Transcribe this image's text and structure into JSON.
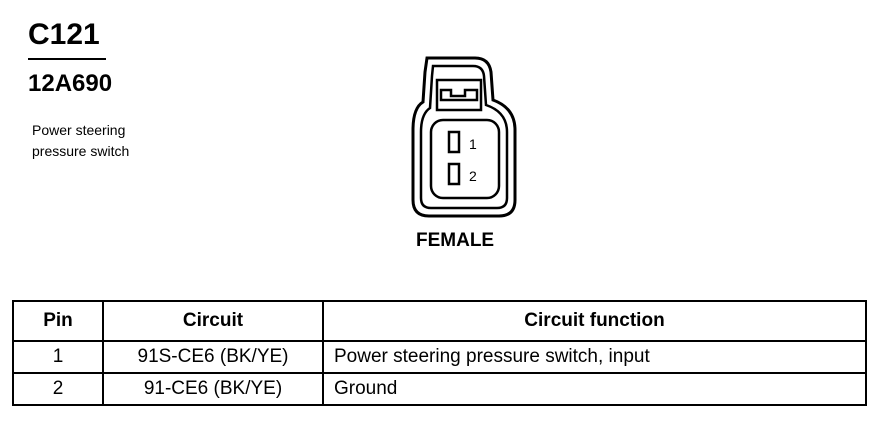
{
  "header": {
    "connector_id": "C121",
    "part_number": "12A690",
    "description_line1": "Power steering",
    "description_line2": "pressure switch"
  },
  "connector": {
    "pin_labels": [
      "1",
      "2"
    ],
    "gender": "FEMALE"
  },
  "pinout_table": {
    "columns": [
      "Pin",
      "Circuit",
      "Circuit function"
    ],
    "rows": [
      {
        "pin": "1",
        "circuit": "91S-CE6 (BK/YE)",
        "function": "Power steering pressure switch, input"
      },
      {
        "pin": "2",
        "circuit": "91-CE6 (BK/YE)",
        "function": "Ground"
      }
    ]
  }
}
